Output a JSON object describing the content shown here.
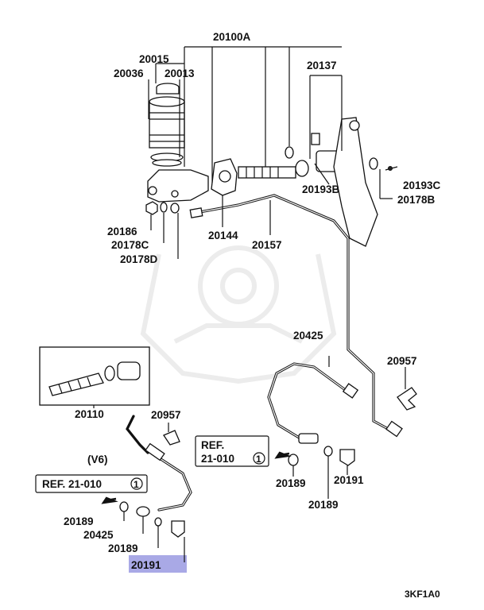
{
  "diagram": {
    "footer_code": "3KF1A0",
    "highlight_color": "#a9a9e6",
    "labels": {
      "p20100A": "20100A",
      "p20015": "20015",
      "p20036": "20036",
      "p20013": "20013",
      "p20137": "20137",
      "p20193B": "20193B",
      "p20193C": "20193C",
      "p20178B": "20178B",
      "p20186": "20186",
      "p20178C": "20178C",
      "p20178D": "20178D",
      "p20144": "20144",
      "p20157": "20157",
      "p20425_top": "20425",
      "p20957_right": "20957",
      "p20110": "20110",
      "p20957_left": "20957",
      "v6": "(V6)",
      "ref_left": "REF. 21-010",
      "ref_right_line1": "REF.",
      "ref_right_line2": "21-010",
      "ref_num": "1",
      "p20189_right_a": "20189",
      "p20191_right": "20191",
      "p20189_right_b": "20189",
      "p20189_left_a": "20189",
      "p20425_left": "20425",
      "p20189_left_b": "20189",
      "p20191_left": "20191"
    }
  }
}
